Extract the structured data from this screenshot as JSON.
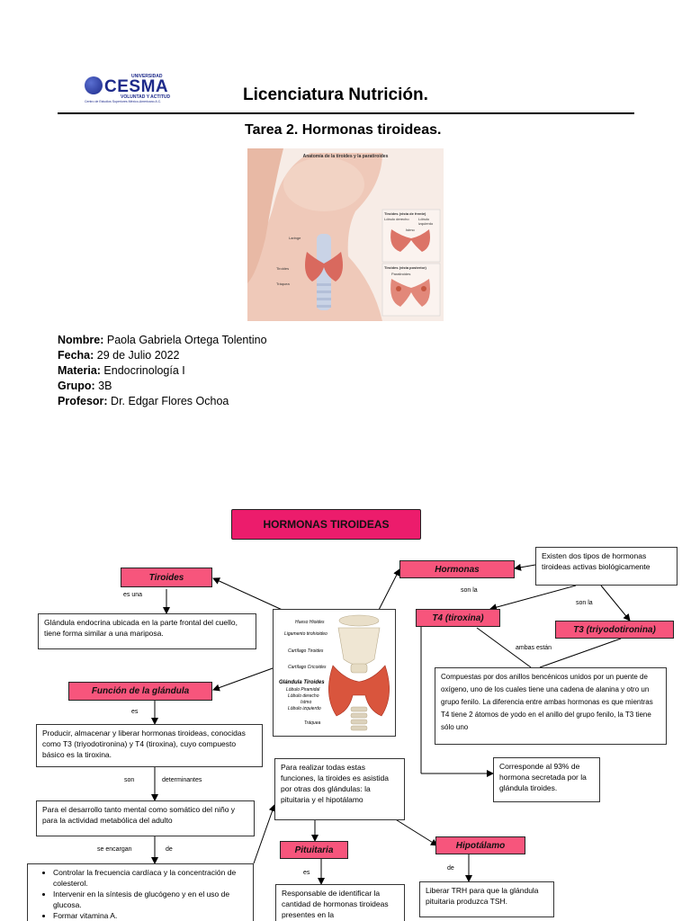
{
  "header": {
    "logo": {
      "university": "UNIVERSIDAD",
      "brand": "CESMA",
      "motto": "VOLUNTAD Y ACTITUD",
      "subtitle": "Centro de Estudios Superiores México-Americano A.C."
    },
    "title": "Licenciatura Nutrición.",
    "task": "Tarea 2. Hormonas tiroideas."
  },
  "figure": {
    "title": "Anatomía de la tiroides y la paratiroides",
    "labels": {
      "laringe": "Laringe",
      "tiroides": "Tiroides",
      "traquea": "Tráquea",
      "front": "Tiroides (vista de frente)",
      "lobulo_der": "Lóbulo derecho",
      "lobulo_izq": "Lóbulo izquierdo",
      "istmo": "Istmo",
      "back": "Tiroides (vista posterior)",
      "paratiroides": "Paratiroides"
    }
  },
  "info": {
    "nombre_label": "Nombre:",
    "nombre": " Paola Gabriela Ortega Tolentino",
    "fecha_label": "Fecha:",
    "fecha": " 29 de Julio  2022",
    "materia_label": "Materia:",
    "materia": " Endocrinología I",
    "grupo_label": "Grupo:",
    "grupo": " 3B",
    "profesor_label": "Profesor:",
    "profesor": " Dr. Edgar Flores Ochoa"
  },
  "map": {
    "main_title": "HORMONAS TIROIDEAS",
    "tiroides": "Tiroides",
    "es_una": "es una",
    "tiroides_def": "Glándula endocrina ubicada en la parte frontal del cuello, tiene forma similar a una mariposa.",
    "funcion": "Función de la glándula",
    "es1": "es",
    "funcion_def": "Producir, almacenar y liberar hormonas tiroideas, conocidas como T3 (triyodotironina) y T4 (tiroxina), cuyo compuesto básico es la tiroxina.",
    "son": "son",
    "determinantes": "determinantes",
    "desarrollo": "Para el desarrollo tanto mental como somático del niño y para la actividad metabólica del adulto",
    "se_encargan": "se encargan",
    "de1": "de",
    "encargos": [
      "Controlar la frecuencia cardíaca y la concentración de colesterol.",
      "Intervenir en la síntesis de glucógeno y en el uso de glucosa.",
      "Formar vitamina A."
    ],
    "gland_labels": {
      "hueso": "Hueso Hioides",
      "ligamento": "Ligamento tirohioideo",
      "cart_tiroides": "Cartílago Tiroides",
      "cart_cricoides": "Cartílago Cricoides",
      "glandula": "Glándula Tiroides",
      "lob_piramidal": "Lóbulo Piramidal",
      "lob_derecho": "Lóbulo derecho",
      "istmo": "Istmo",
      "lob_izquierdo": "Lóbulo izquierdo",
      "traquea": "Tráquea"
    },
    "hormonas": "Hormonas",
    "hormonas_def": "Existen dos tipos de hormonas tiroideas activas biológicamente",
    "son_la1": "son la",
    "son_la2": "son la",
    "t4": "T4 (tiroxina)",
    "t3": "T3 (triyodotironina)",
    "ambas": "ambas están",
    "compuestas": "Compuestas por dos anillos bencénicos unidos por un puente de oxígeno, uno de los cuales tiene una cadena de alanina y otro un grupo fenilo. La diferencia entre ambas hormonas es que mientras T4 tiene 2 átomos de yodo en el anillo del grupo fenilo, la T3 tiene sólo uno",
    "t4_def": "Corresponde al 93% de hormona secretada por la glándula tiroides.",
    "asistida": "Para realizar todas estas funciones, la tiroides es asistida por otras dos glándulas: la pituitaria y el hipotálamo",
    "pituitaria": "Pituitaria",
    "hipotalamo": "Hipotálamo",
    "es2": "es",
    "de2": "de",
    "pituitaria_def": "Responsable de identificar la cantidad de hormonas tiroideas presentes en la",
    "hipotalamo_def": "Liberar TRH para que la glándula pituitaria produzca TSH."
  }
}
